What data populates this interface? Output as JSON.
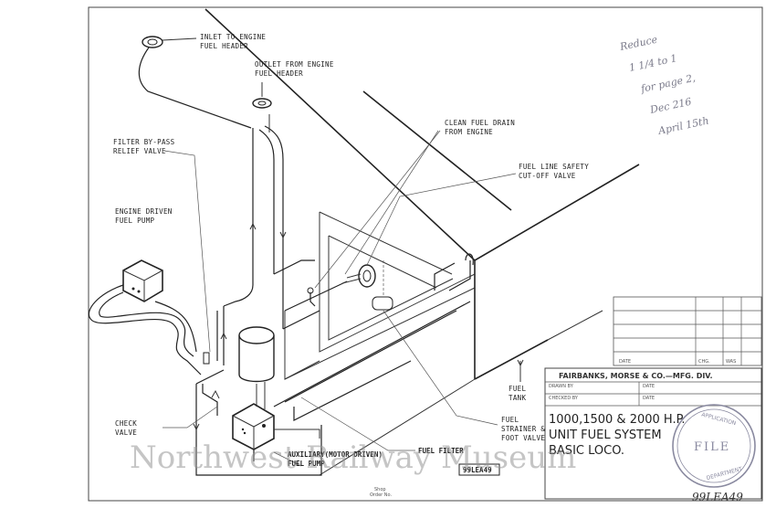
{
  "labels": {
    "inlet": [
      "INLET TO ENGINE",
      "FUEL HEADER"
    ],
    "outlet": [
      "OUTLET FROM ENGINE",
      "FUEL HEADER"
    ],
    "clean_drain": [
      "CLEAN FUEL DRAIN",
      "FROM ENGINE"
    ],
    "filter_bypass": [
      "FILTER BY-PASS",
      "RELIEF VALVE"
    ],
    "safety_valve": [
      "FUEL LINE SAFETY",
      "CUT-OFF VALVE"
    ],
    "engine_pump": [
      "ENGINE DRIVEN",
      "FUEL PUMP"
    ],
    "fuel_tank": [
      "FUEL",
      "TANK"
    ],
    "check_valve": [
      "CHECK",
      "VALVE"
    ],
    "strainer": [
      "FUEL",
      "STRAINER &",
      "FOOT VALVE"
    ],
    "aux_pump": [
      "AUXILIARY(MOTOR DRIVEN)",
      "FUEL PUMP"
    ],
    "fuel_filter": "FUEL FILTER",
    "drawing_no": "99LEA49"
  },
  "title_block": {
    "grid_headers": [
      "DATE",
      "CHG.",
      "WAS"
    ],
    "company": "FAIRBANKS, MORSE & CO.—MFG. DIV.",
    "drawn_by": "DRAWN BY",
    "checked_by": "CHECKED BY",
    "date_label": "DATE",
    "title_lines": [
      "1000,1500 & 2000 H.P.",
      "UNIT FUEL SYSTEM",
      "BASIC LOCO."
    ],
    "shop_order": [
      "Shop",
      "Order No."
    ]
  },
  "handwritten": {
    "note": [
      "Reduce",
      "1 1/4 to 1",
      "for page 2,",
      "Dec 216",
      "April 15th"
    ],
    "corner_number": "99LEA49"
  },
  "stamp": {
    "top": "APPLICATION",
    "center": "FILE",
    "bottom": "DEPARTMENT"
  },
  "watermark": "Northwest Railway Museum"
}
